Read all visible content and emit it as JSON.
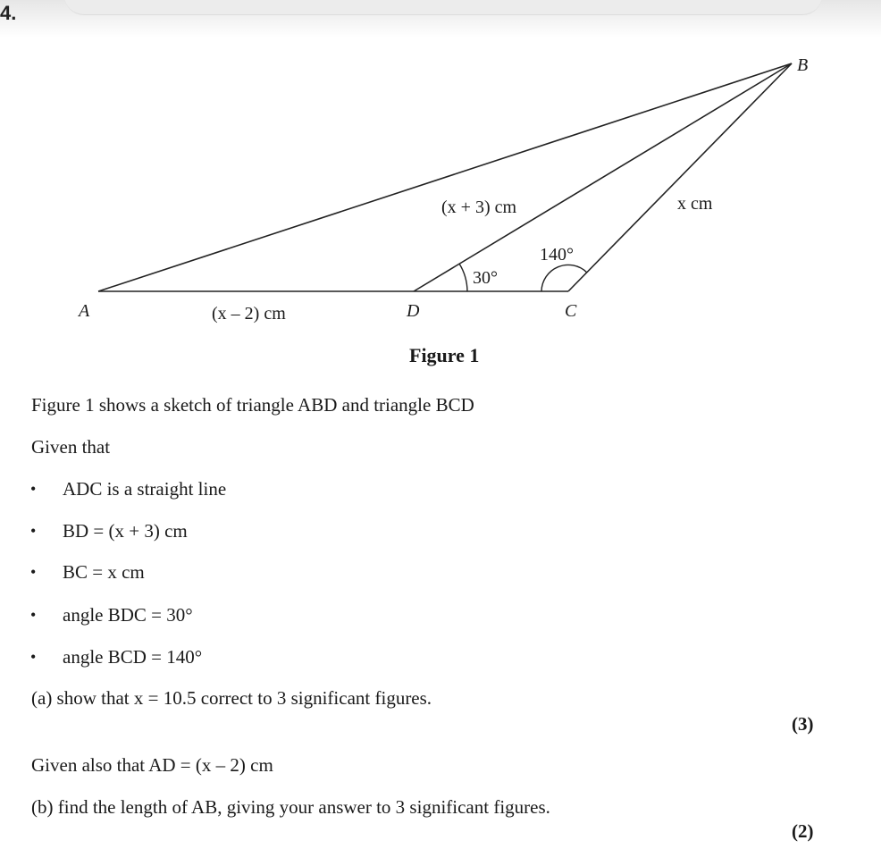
{
  "question_number": "4.",
  "figure": {
    "vertices": {
      "A": "A",
      "B": "B",
      "C": "C",
      "D": "D"
    },
    "labels": {
      "BD": "(x + 3) cm",
      "BC": "x cm",
      "AD": "(x – 2) cm",
      "angle_BDC": "30°",
      "angle_BCD": "140°"
    },
    "caption": "Figure 1"
  },
  "text": {
    "intro": "Figure 1 shows a sketch of triangle ABD and triangle BCD",
    "given": "Given that",
    "bullets": [
      "ADC is a straight line",
      "BD = (x + 3) cm",
      "BC = x cm",
      "angle BDC = 30°",
      "angle BCD = 140°"
    ],
    "part_a": "(a) show that x = 10.5 correct to 3 significant figures.",
    "marks_a": "(3)",
    "given_also": "Given also that AD = (x – 2) cm",
    "part_b": "(b) find the length of AB, giving your answer to 3 significant figures.",
    "marks_b": "(2)"
  }
}
